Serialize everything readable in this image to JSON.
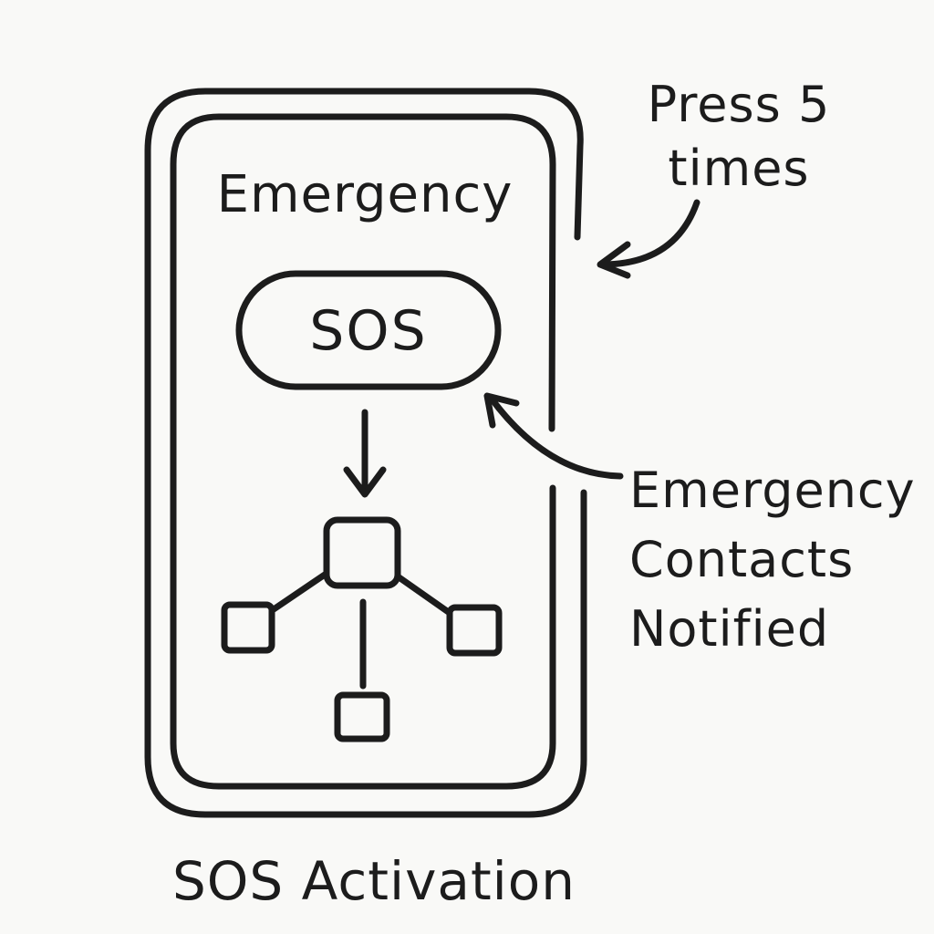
{
  "diagram": {
    "phone": {
      "title": "Emergency",
      "sos_button_label": "SOS"
    },
    "annotations": {
      "press_line1": "Press 5",
      "press_line2": "times",
      "contacts_line1": "Emergency",
      "contacts_line2": "Contacts",
      "contacts_line3": "Notified"
    },
    "caption": "SOS Activation",
    "stroke_color": "#1c1c1c",
    "background_color": "#f9f9f7",
    "network_icon": "contacts-network-icon"
  }
}
